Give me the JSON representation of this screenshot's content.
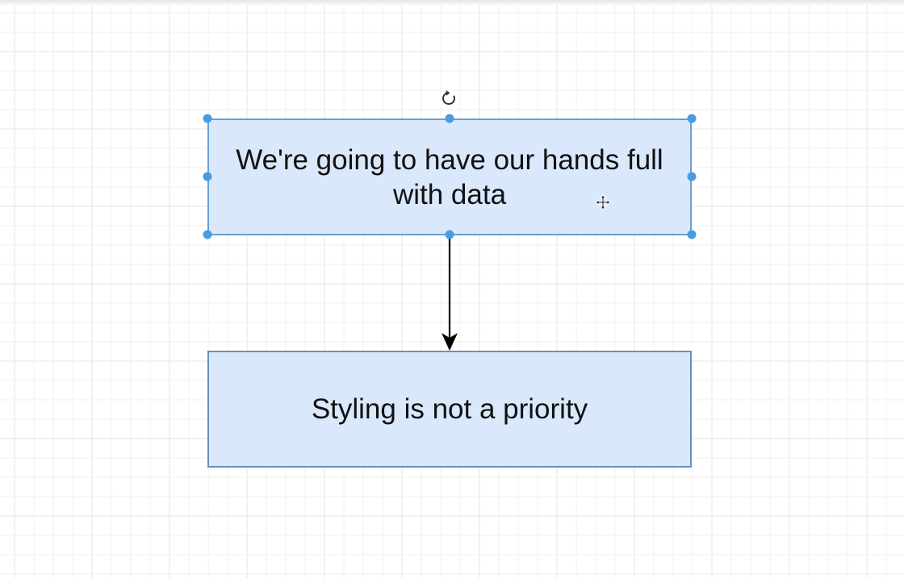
{
  "diagram": {
    "nodes": [
      {
        "id": "box-1",
        "label": "We're going to have our hands full with data",
        "selected": true
      },
      {
        "id": "box-2",
        "label": "Styling is not a priority",
        "selected": false
      }
    ],
    "edges": [
      {
        "from": "box-1",
        "to": "box-2"
      }
    ]
  },
  "colors": {
    "node_fill": "#dae8fc",
    "node_stroke": "#6c8ebf",
    "selection_handle": "#4a9be0",
    "edge": "#000000",
    "grid": "#ececec"
  },
  "icons": {
    "rotate": "rotate-icon",
    "move_cursor": "move-cursor-icon"
  }
}
